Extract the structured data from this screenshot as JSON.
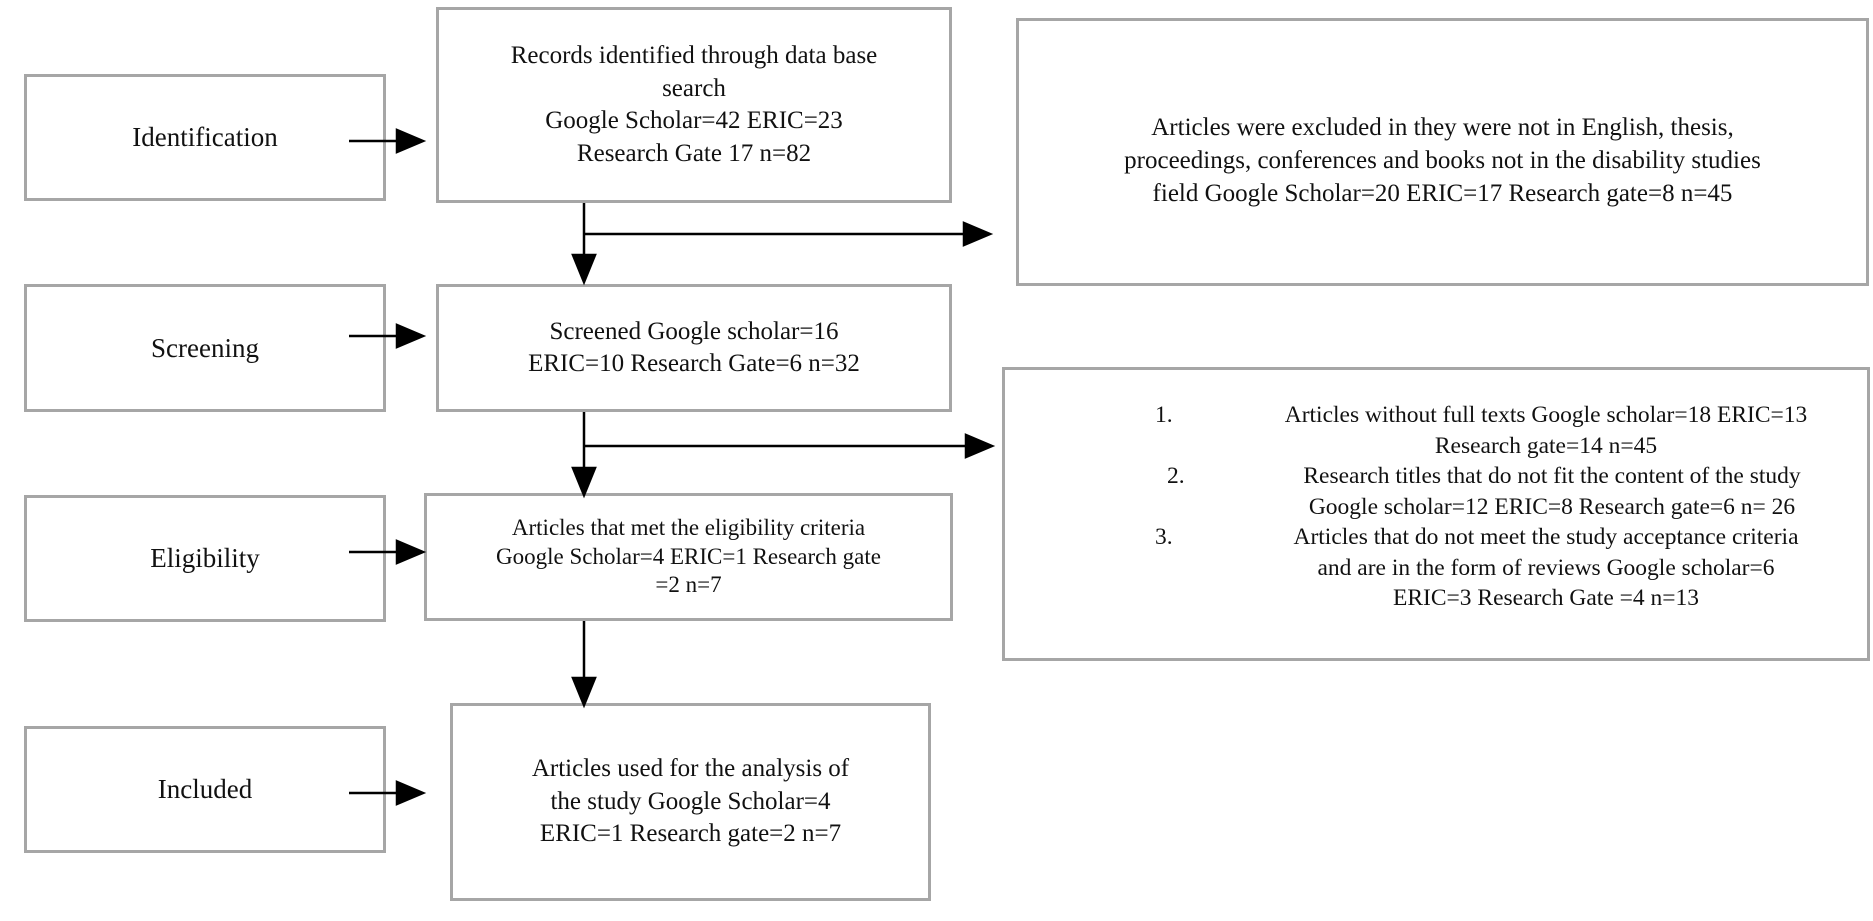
{
  "stages": {
    "identification": "Identification",
    "screening": "Screening",
    "eligibility": "Eligibility",
    "included": "Included"
  },
  "boxes": {
    "records": [
      "Records identified through data base",
      "search",
      "Google Scholar=42 ERIC=23",
      "Research Gate 17 n=82"
    ],
    "excluded": [
      "Articles were excluded in they were not in English, thesis,",
      "proceedings, conferences and books not in the disability studies",
      "field Google Scholar=20 ERIC=17 Research gate=8 n=45"
    ],
    "screened": [
      "Screened Google scholar=16",
      "ERIC=10 Research Gate=6 n=32"
    ],
    "exclusion_list": [
      {
        "num": "1.",
        "lines": [
          "Articles without full texts Google scholar=18 ERIC=13",
          "Research gate=14 n=45"
        ]
      },
      {
        "num": "2.",
        "lines": [
          "Research titles that do not fit the content of the study",
          "Google scholar=12 ERIC=8 Research gate=6 n= 26"
        ]
      },
      {
        "num": "3.",
        "lines": [
          "Articles that do not meet the study acceptance criteria",
          "and are in the form of reviews Google scholar=6",
          "ERIC=3 Research Gate =4 n=13"
        ]
      }
    ],
    "eligible": [
      "Articles that met the eligibility criteria",
      "Google Scholar=4 ERIC=1 Research gate",
      "=2 n=7"
    ],
    "included": [
      "Articles used for the analysis of",
      "the study Google Scholar=4",
      "ERIC=1 Research gate=2 n=7"
    ]
  },
  "colors": {
    "border": "#a6a6a6",
    "arrow": "#000000",
    "text": "#111111"
  }
}
